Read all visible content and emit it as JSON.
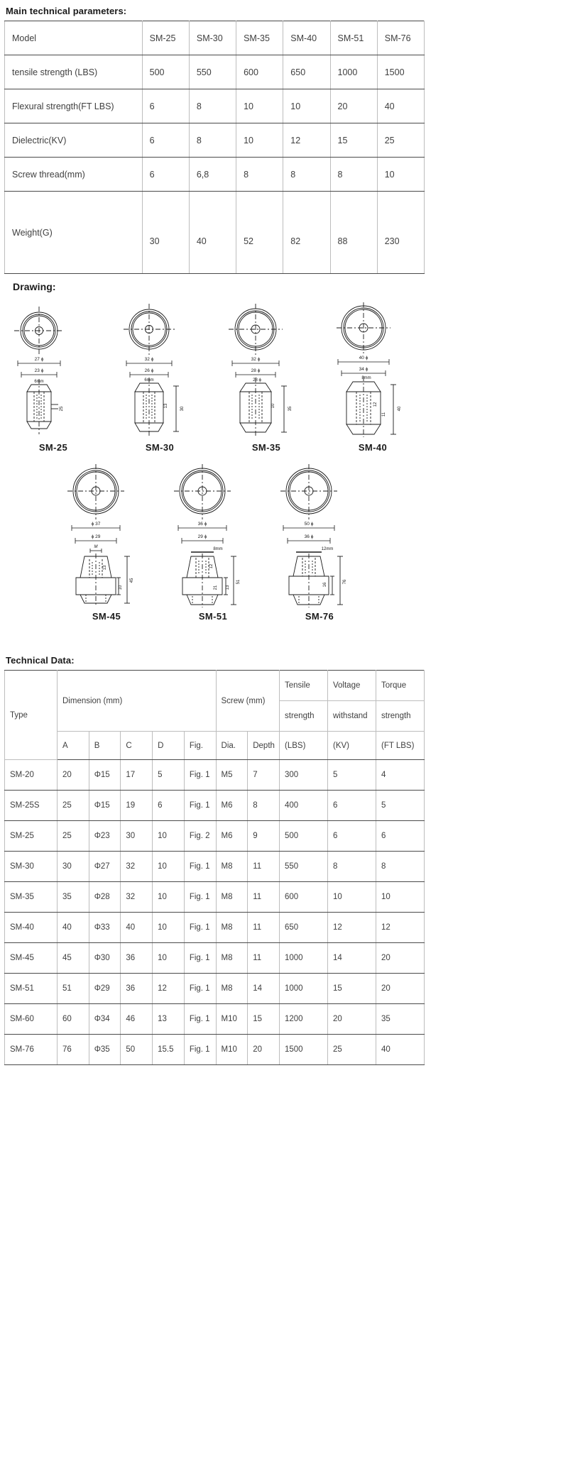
{
  "headings": {
    "params": "Main technical parameters:",
    "drawing": "Drawing:",
    "techdata": "Technical Data:"
  },
  "params_table": {
    "rows": [
      {
        "label": "Model",
        "values": [
          "SM-25",
          "SM-30",
          "SM-35",
          "SM-40",
          "SM-51",
          "SM-76"
        ]
      },
      {
        "label": "tensile strength (LBS)",
        "values": [
          "500",
          "550",
          "600",
          "650",
          "1000",
          "1500"
        ]
      },
      {
        "label": "Flexural strength(FT LBS)",
        "values": [
          "6",
          "8",
          "10",
          "10",
          "20",
          "40"
        ]
      },
      {
        "label": "Dielectric(KV)",
        "values": [
          "6",
          "8",
          "10",
          "12",
          "15",
          "25"
        ]
      },
      {
        "label": "Screw thread(mm)",
        "values": [
          "6",
          "6,8",
          "8",
          "8",
          "8",
          "10"
        ]
      },
      {
        "label": "Weight(G)",
        "values": [
          "30",
          "40",
          "52",
          "82",
          "88",
          "230"
        ]
      }
    ]
  },
  "drawings": {
    "row1": [
      {
        "caption": "SM-25",
        "top_dims": [
          "27 ϕ",
          "23 ϕ"
        ],
        "side_dims": [
          "6mm",
          "25"
        ]
      },
      {
        "caption": "SM-30",
        "top_dims": [
          "32 ϕ",
          "26 ϕ"
        ],
        "side_dims": [
          "6mm",
          "13",
          "30"
        ]
      },
      {
        "caption": "SM-35",
        "top_dims": [
          "32 ϕ",
          "28 ϕ"
        ],
        "side_dims": [
          "8mm",
          "10",
          "35"
        ]
      },
      {
        "caption": "SM-40",
        "top_dims": [
          "40 ϕ",
          "34 ϕ"
        ],
        "side_dims": [
          "8mm",
          "12",
          "11",
          "40"
        ]
      }
    ],
    "row2": [
      {
        "caption": "SM-45",
        "top_dims": [
          "ϕ 37",
          "ϕ 29",
          "M"
        ],
        "side_dims": [
          "13",
          "10",
          "45"
        ]
      },
      {
        "caption": "SM-51",
        "top_dims": [
          "36 ϕ",
          "29 ϕ"
        ],
        "side_dims": [
          "8mm",
          "12",
          "21",
          "13",
          "51"
        ]
      },
      {
        "caption": "SM-76",
        "top_dims": [
          "50 ϕ",
          "36 ϕ"
        ],
        "side_dims": [
          "12mm",
          "16",
          "76"
        ]
      }
    ]
  },
  "techdata_table": {
    "group_headers": {
      "type": "Type",
      "dimension": "Dimension (mm)",
      "screw": "Screw (mm)",
      "tensile_1": "Tensile",
      "tensile_2": "strength",
      "tensile_3": "(LBS)",
      "voltage_1": "Voltage",
      "voltage_2": "withstand",
      "voltage_3": "(KV)",
      "torque_1": "Torque",
      "torque_2": "strength",
      "torque_3": "(FT LBS)"
    },
    "sub_headers": [
      "A",
      "B",
      "C",
      "D",
      "Fig.",
      "Dia.",
      "Depth"
    ],
    "rows": [
      {
        "type": "SM-20",
        "a": "20",
        "b": "Φ15",
        "c": "17",
        "d": "5",
        "fig": "Fig. 1",
        "dia": "M5",
        "depth": "7",
        "tensile": "300",
        "voltage": "5",
        "torque": "4"
      },
      {
        "type": "SM-25S",
        "a": "25",
        "b": "Φ15",
        "c": "19",
        "d": "6",
        "fig": "Fig. 1",
        "dia": "M6",
        "depth": "8",
        "tensile": "400",
        "voltage": "6",
        "torque": "5"
      },
      {
        "type": "SM-25",
        "a": "25",
        "b": "Φ23",
        "c": "30",
        "d": "10",
        "fig": "Fig. 2",
        "dia": "M6",
        "depth": "9",
        "tensile": "500",
        "voltage": "6",
        "torque": "6"
      },
      {
        "type": "SM-30",
        "a": "30",
        "b": "Φ27",
        "c": "32",
        "d": "10",
        "fig": "Fig. 1",
        "dia": "M8",
        "depth": "11",
        "tensile": "550",
        "voltage": "8",
        "torque": "8"
      },
      {
        "type": "SM-35",
        "a": "35",
        "b": "Φ28",
        "c": "32",
        "d": "10",
        "fig": "Fig. 1",
        "dia": "M8",
        "depth": "11",
        "tensile": "600",
        "voltage": "10",
        "torque": "10"
      },
      {
        "type": "SM-40",
        "a": "40",
        "b": "Φ33",
        "c": "40",
        "d": "10",
        "fig": "Fig. 1",
        "dia": "M8",
        "depth": "11",
        "tensile": "650",
        "voltage": "12",
        "torque": "12"
      },
      {
        "type": "SM-45",
        "a": "45",
        "b": "Φ30",
        "c": "36",
        "d": "10",
        "fig": "Fig. 1",
        "dia": "M8",
        "depth": "11",
        "tensile": "1000",
        "voltage": "14",
        "torque": "20"
      },
      {
        "type": "SM-51",
        "a": "51",
        "b": "Φ29",
        "c": "36",
        "d": "12",
        "fig": "Fig. 1",
        "dia": "M8",
        "depth": "14",
        "tensile": "1000",
        "voltage": "15",
        "torque": "20"
      },
      {
        "type": "SM-60",
        "a": "60",
        "b": "Φ34",
        "c": "46",
        "d": "13",
        "fig": "Fig. 1",
        "dia": "M10",
        "depth": "15",
        "tensile": "1200",
        "voltage": "20",
        "torque": "35"
      },
      {
        "type": "SM-76",
        "a": "76",
        "b": "Φ35",
        "c": "50",
        "d": "15.5",
        "fig": "Fig. 1",
        "dia": "M10",
        "depth": "20",
        "tensile": "1500",
        "voltage": "25",
        "torque": "40"
      }
    ]
  }
}
